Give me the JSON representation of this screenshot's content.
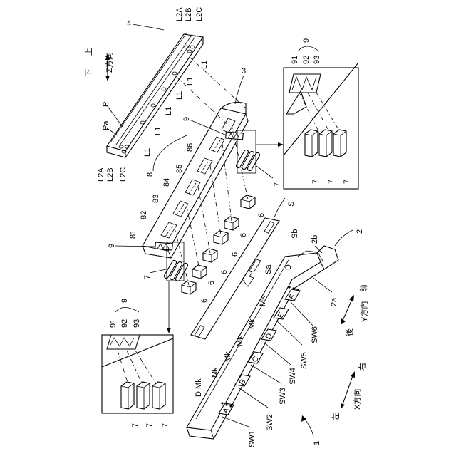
{
  "labels": {
    "ref_1": "1",
    "ref_2": "2",
    "ref_2a": "2a",
    "ref_2b": "2b",
    "ref_3": "3",
    "ref_4": "4",
    "ref_6": "6",
    "ref_7": "7",
    "ref_8": "8",
    "ref_9": "9",
    "ref_81": "81",
    "ref_82": "82",
    "ref_83": "83",
    "ref_84": "84",
    "ref_85": "85",
    "ref_86": "86",
    "ref_91": "91",
    "ref_92": "92",
    "ref_93": "93",
    "L1": "L1",
    "L2A": "L2A",
    "L2B": "L2B",
    "L2C": "L2C",
    "P": "P",
    "Pa": "Pa",
    "S": "S",
    "Sa": "Sa",
    "Sb": "Sb",
    "ID": "ID",
    "ID_Mk": "ID Mk",
    "Mk": "Mk",
    "SW1": "SW1",
    "SW2": "SW2",
    "SW3": "SW3",
    "SW4": "SW4",
    "SW5": "SW5",
    "SW6": "SW6"
  },
  "switch_keys": [
    "A",
    "B",
    "C",
    "D",
    "E",
    "F"
  ],
  "axes": {
    "z_up": "上",
    "z_down": "下",
    "z_dir": "Z方向",
    "y_front": "前",
    "y_back": "後",
    "y_dir": "Y方向",
    "x_left": "左",
    "x_right": "右",
    "x_dir": "X方向"
  }
}
